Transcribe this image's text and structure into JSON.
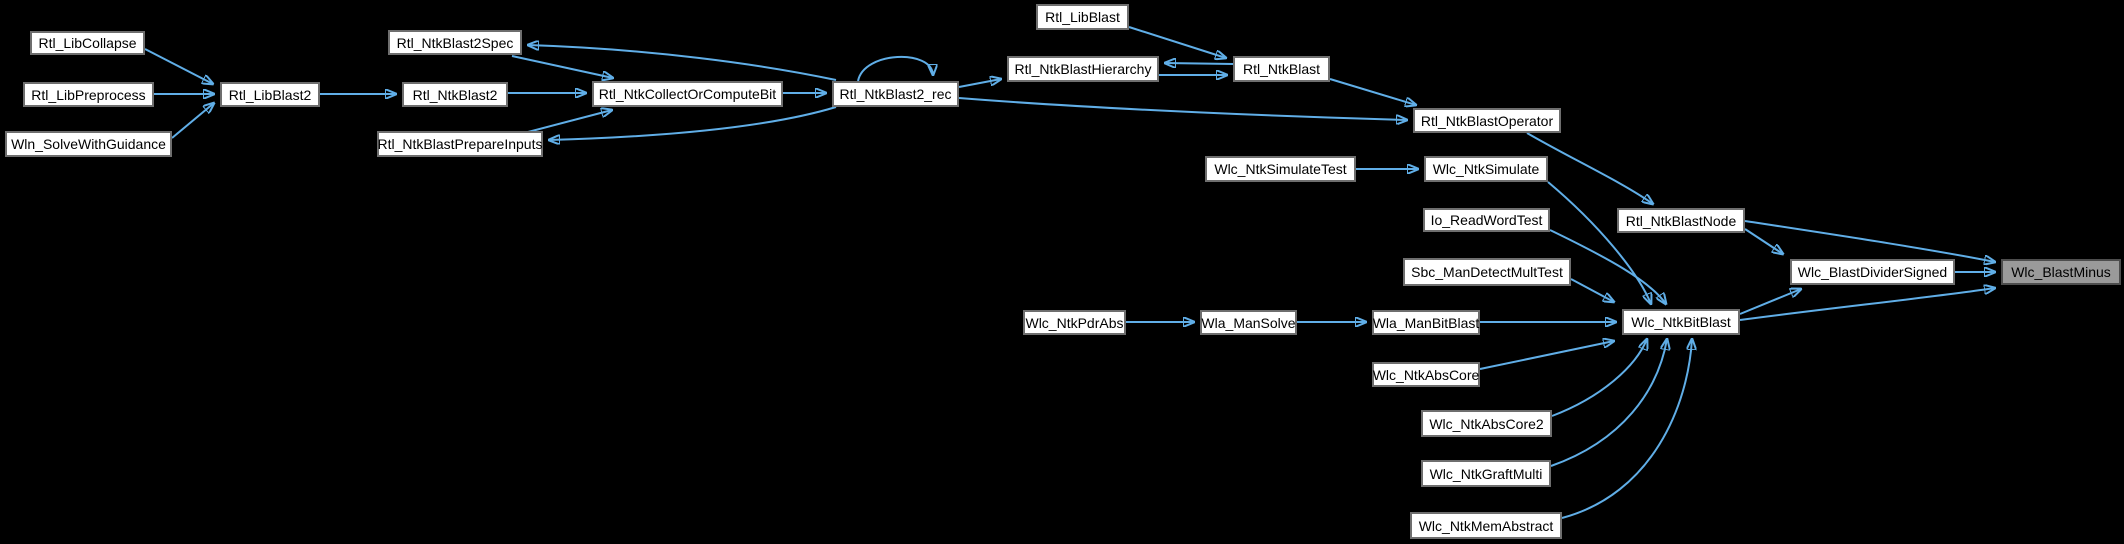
{
  "colors": {
    "background": "#000000",
    "edge": "#60aee7",
    "node_fill": "#ffffff",
    "node_border": "#6e6e6e",
    "node_text": "#000000",
    "highlight_fill": "#9a9a9a",
    "highlight_border": "#4d4d4d"
  },
  "graph": {
    "type": "call-graph",
    "highlighted_node": "Wlc_BlastMinus",
    "nodes": [
      {
        "id": "rtl_libcollapse",
        "label": "Rtl_LibCollapse",
        "highlighted": false
      },
      {
        "id": "rtl_libpreprocess",
        "label": "Rtl_LibPreprocess",
        "highlighted": false
      },
      {
        "id": "wln_solvewithguidance",
        "label": "Wln_SolveWithGuidance",
        "highlighted": false
      },
      {
        "id": "rtl_libblast2",
        "label": "Rtl_LibBlast2",
        "highlighted": false
      },
      {
        "id": "rtl_ntkblast2spec",
        "label": "Rtl_NtkBlast2Spec",
        "highlighted": false
      },
      {
        "id": "rtl_ntkblast2",
        "label": "Rtl_NtkBlast2",
        "highlighted": false
      },
      {
        "id": "rtl_ntkblastprepareinputs",
        "label": "Rtl_NtkBlastPrepareInputs",
        "highlighted": false
      },
      {
        "id": "rtl_ntkcollectorcomputebit",
        "label": "Rtl_NtkCollectOrComputeBit",
        "highlighted": false
      },
      {
        "id": "rtl_ntkblast2_rec",
        "label": "Rtl_NtkBlast2_rec",
        "highlighted": false
      },
      {
        "id": "rtl_libblast",
        "label": "Rtl_LibBlast",
        "highlighted": false
      },
      {
        "id": "rtl_ntkblasthierarchy",
        "label": "Rtl_NtkBlastHierarchy",
        "highlighted": false
      },
      {
        "id": "rtl_ntkblast",
        "label": "Rtl_NtkBlast",
        "highlighted": false
      },
      {
        "id": "rtl_ntkblastoperator",
        "label": "Rtl_NtkBlastOperator",
        "highlighted": false
      },
      {
        "id": "wlc_ntksimulatetest",
        "label": "Wlc_NtkSimulateTest",
        "highlighted": false
      },
      {
        "id": "wlc_ntksimulate",
        "label": "Wlc_NtkSimulate",
        "highlighted": false
      },
      {
        "id": "io_readwordtest",
        "label": "Io_ReadWordTest",
        "highlighted": false
      },
      {
        "id": "sbc_mandetectmulttest",
        "label": "Sbc_ManDetectMultTest",
        "highlighted": false
      },
      {
        "id": "rtl_ntkblastnode",
        "label": "Rtl_NtkBlastNode",
        "highlighted": false
      },
      {
        "id": "wlc_ntkpdrabs",
        "label": "Wlc_NtkPdrAbs",
        "highlighted": false
      },
      {
        "id": "wla_mansolve",
        "label": "Wla_ManSolve",
        "highlighted": false
      },
      {
        "id": "wla_manbitblast",
        "label": "Wla_ManBitBlast",
        "highlighted": false
      },
      {
        "id": "wlc_ntkabscore",
        "label": "Wlc_NtkAbsCore",
        "highlighted": false
      },
      {
        "id": "wlc_ntkabscore2",
        "label": "Wlc_NtkAbsCore2",
        "highlighted": false
      },
      {
        "id": "wlc_ntkgraftmulti",
        "label": "Wlc_NtkGraftMulti",
        "highlighted": false
      },
      {
        "id": "wlc_ntkmemabstract",
        "label": "Wlc_NtkMemAbstract",
        "highlighted": false
      },
      {
        "id": "wlc_ntkbitblast",
        "label": "Wlc_NtkBitBlast",
        "highlighted": false
      },
      {
        "id": "wlc_blastdividersigned",
        "label": "Wlc_BlastDividerSigned",
        "highlighted": false
      },
      {
        "id": "wlc_blastminus",
        "label": "Wlc_BlastMinus",
        "highlighted": true
      }
    ],
    "edges": [
      {
        "from": "rtl_libcollapse",
        "to": "rtl_libblast2"
      },
      {
        "from": "rtl_libpreprocess",
        "to": "rtl_libblast2"
      },
      {
        "from": "wln_solvewithguidance",
        "to": "rtl_libblast2"
      },
      {
        "from": "rtl_libblast2",
        "to": "rtl_ntkblast2"
      },
      {
        "from": "rtl_ntkblast2",
        "to": "rtl_ntkcollectorcomputebit"
      },
      {
        "from": "rtl_ntkblast2spec",
        "to": "rtl_ntkcollectorcomputebit"
      },
      {
        "from": "rtl_ntkblastprepareinputs",
        "to": "rtl_ntkcollectorcomputebit"
      },
      {
        "from": "rtl_ntkcollectorcomputebit",
        "to": "rtl_ntkblast2_rec"
      },
      {
        "from": "rtl_ntkblast2_rec",
        "to": "rtl_ntkblast2spec"
      },
      {
        "from": "rtl_ntkblast2_rec",
        "to": "rtl_ntkblastprepareinputs"
      },
      {
        "from": "rtl_ntkblast2_rec",
        "to": "rtl_ntkblast2_rec"
      },
      {
        "from": "rtl_ntkblast2_rec",
        "to": "rtl_ntkblasthierarchy"
      },
      {
        "from": "rtl_ntkblast2_rec",
        "to": "rtl_ntkblastoperator"
      },
      {
        "from": "rtl_libblast",
        "to": "rtl_ntkblast"
      },
      {
        "from": "rtl_ntkblast",
        "to": "rtl_ntkblasthierarchy"
      },
      {
        "from": "rtl_ntkblasthierarchy",
        "to": "rtl_ntkblast"
      },
      {
        "from": "rtl_ntkblast",
        "to": "rtl_ntkblastoperator"
      },
      {
        "from": "rtl_ntkblastoperator",
        "to": "rtl_ntkblastnode"
      },
      {
        "from": "wlc_ntksimulatetest",
        "to": "wlc_ntksimulate"
      },
      {
        "from": "wlc_ntksimulate",
        "to": "wlc_ntkbitblast"
      },
      {
        "from": "io_readwordtest",
        "to": "wlc_ntkbitblast"
      },
      {
        "from": "sbc_mandetectmulttest",
        "to": "wlc_ntkbitblast"
      },
      {
        "from": "wlc_ntkpdrabs",
        "to": "wla_mansolve"
      },
      {
        "from": "wla_mansolve",
        "to": "wla_manbitblast"
      },
      {
        "from": "wla_manbitblast",
        "to": "wlc_ntkbitblast"
      },
      {
        "from": "wlc_ntkabscore",
        "to": "wlc_ntkbitblast"
      },
      {
        "from": "wlc_ntkabscore2",
        "to": "wlc_ntkbitblast"
      },
      {
        "from": "wlc_ntkgraftmulti",
        "to": "wlc_ntkbitblast"
      },
      {
        "from": "wlc_ntkmemabstract",
        "to": "wlc_ntkbitblast"
      },
      {
        "from": "wlc_ntkbitblast",
        "to": "wlc_blastdividersigned"
      },
      {
        "from": "wlc_ntkbitblast",
        "to": "wlc_blastminus"
      },
      {
        "from": "rtl_ntkblastnode",
        "to": "wlc_blastdividersigned"
      },
      {
        "from": "rtl_ntkblastnode",
        "to": "wlc_blastminus"
      },
      {
        "from": "wlc_blastdividersigned",
        "to": "wlc_blastminus"
      }
    ]
  }
}
